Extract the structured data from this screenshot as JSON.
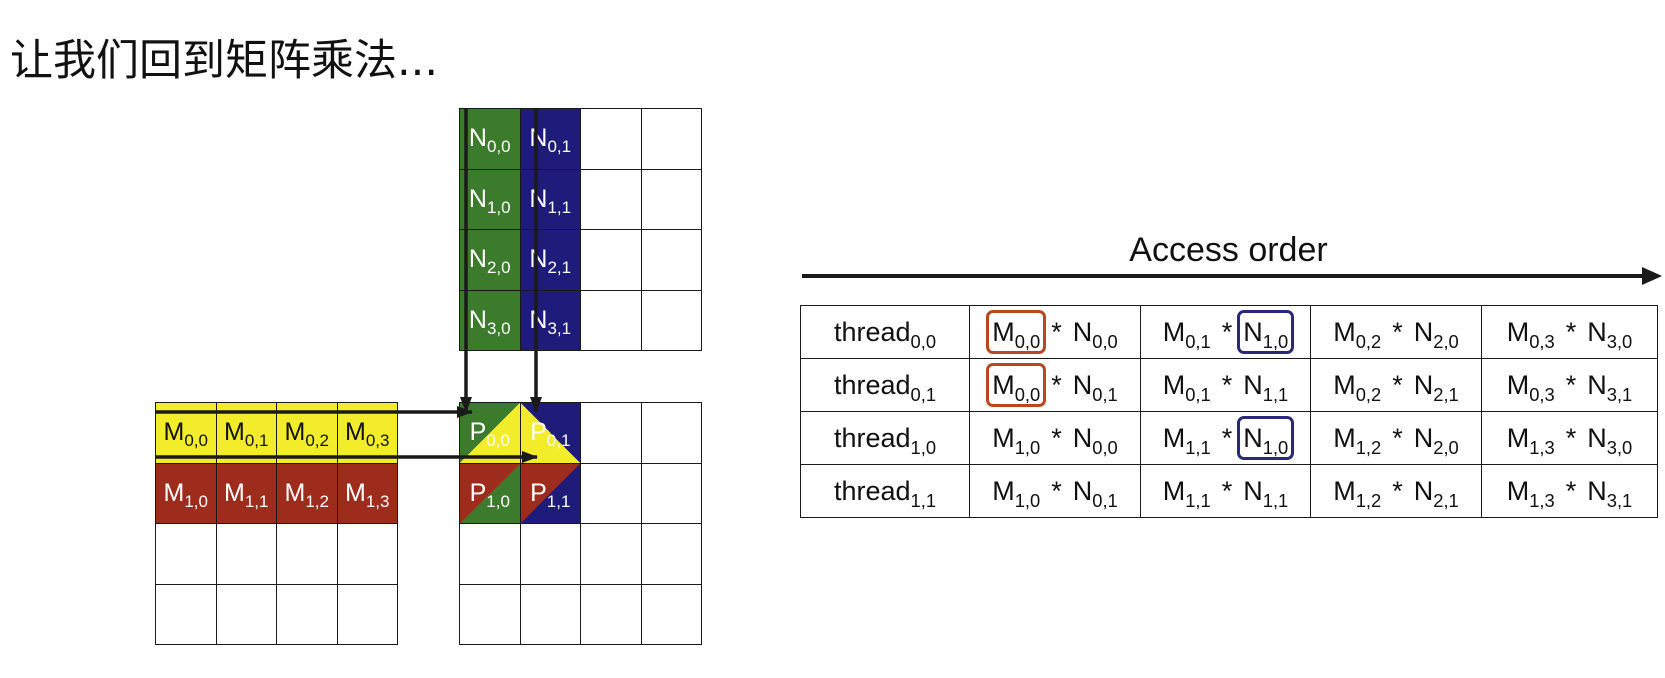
{
  "title": "让我们回到矩阵乘法...",
  "colors": {
    "n_column_0": "#3b7b2b",
    "n_column_1": "#1e1b7b",
    "m_row_0": "#f3ec2b",
    "m_row_1": "#9d2c1c",
    "m_highlight": "#b9471f",
    "n_highlight": "#2a2878",
    "line": "#1a1a1a"
  },
  "matrix_n": {
    "letter": "N",
    "indices": [
      [
        "0,0",
        "0,1"
      ],
      [
        "1,0",
        "1,1"
      ],
      [
        "2,0",
        "2,1"
      ],
      [
        "3,0",
        "3,1"
      ]
    ]
  },
  "matrix_m": {
    "letter": "M",
    "indices": [
      [
        "0,0",
        "0,1",
        "0,2",
        "0,3"
      ],
      [
        "1,0",
        "1,1",
        "1,2",
        "1,3"
      ]
    ]
  },
  "matrix_p": {
    "letter": "P",
    "indices": [
      [
        "0,0",
        "0,1"
      ],
      [
        "1,0",
        "1,1"
      ]
    ]
  },
  "access_order": {
    "heading": "Access order",
    "thread_label": "thread",
    "m_letter": "M",
    "n_letter": "N",
    "operator": "*",
    "rows": [
      {
        "thread": "0,0",
        "terms": [
          {
            "m": "0,0",
            "n": "0,0",
            "highlight_m": true
          },
          {
            "m": "0,1",
            "n": "1,0",
            "highlight_n": true
          },
          {
            "m": "0,2",
            "n": "2,0"
          },
          {
            "m": "0,3",
            "n": "3,0"
          }
        ]
      },
      {
        "thread": "0,1",
        "terms": [
          {
            "m": "0,0",
            "n": "0,1",
            "highlight_m": true
          },
          {
            "m": "0,1",
            "n": "1,1"
          },
          {
            "m": "0,2",
            "n": "2,1"
          },
          {
            "m": "0,3",
            "n": "3,1"
          }
        ]
      },
      {
        "thread": "1,0",
        "terms": [
          {
            "m": "1,0",
            "n": "0,0"
          },
          {
            "m": "1,1",
            "n": "1,0",
            "highlight_n": true
          },
          {
            "m": "1,2",
            "n": "2,0"
          },
          {
            "m": "1,3",
            "n": "3,0"
          }
        ]
      },
      {
        "thread": "1,1",
        "terms": [
          {
            "m": "1,0",
            "n": "0,1"
          },
          {
            "m": "1,1",
            "n": "1,1"
          },
          {
            "m": "1,2",
            "n": "2,1"
          },
          {
            "m": "1,3",
            "n": "3,1"
          }
        ]
      }
    ]
  }
}
